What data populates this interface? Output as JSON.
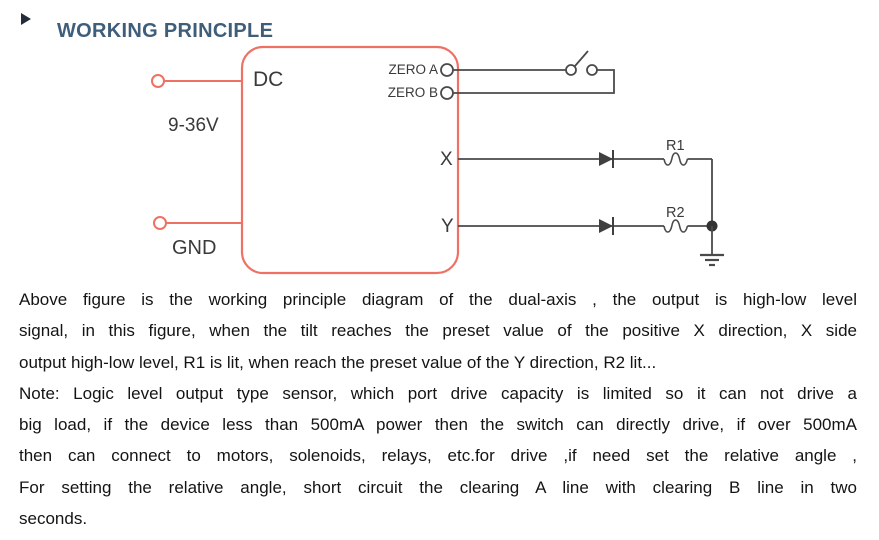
{
  "title": {
    "text": "WORKING PRINCIPLE",
    "bullet_icon": "right-triangle"
  },
  "colors": {
    "accent_red": "#ef7164",
    "title_blue": "#3f5e7a",
    "wire_gray": "#4a4a4a",
    "label_gray": "#3a3a3a"
  },
  "diagram": {
    "box_label": "DC",
    "power_label": "9-36V",
    "gnd_label": "GND",
    "zero_a_label": "ZERO A",
    "zero_b_label": "ZERO B",
    "x_label": "X",
    "y_label": "Y",
    "r1_label": "R1",
    "r2_label": "R2"
  },
  "paragraphs": {
    "p1": {
      "lines": [
        "Above figure is the working principle diagram of the dual-axis , the output is high-low level",
        "signal, in this figure, when the tilt reaches the preset value of the positive X direction, X side",
        "output high-low level, R1 is lit, when reach the preset value of the Y direction, R2 lit..."
      ]
    },
    "p2": {
      "lines": [
        "Note: Logic level output type sensor, which port drive capacity is limited so it can not drive a",
        "big load, if the device less than 500mA power then the switch can directly drive, if over 500mA",
        "then can connect to  motors, solenoids, relays, etc.for drive ,if need set the relative angle ,",
        "For setting the relative angle, short circuit the clearing A line with clearing B line in two",
        "seconds."
      ]
    }
  }
}
